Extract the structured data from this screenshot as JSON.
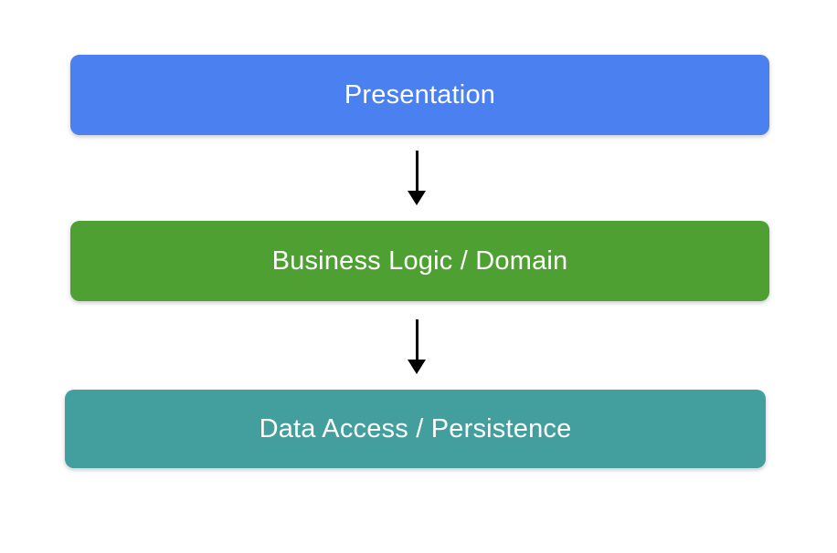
{
  "diagram": {
    "title": "layered-architecture",
    "background_color": "#ffffff",
    "label_text_color": "#ffffff",
    "arrow_color": "#000000",
    "layers": [
      {
        "label": "Presentation",
        "color": "#4a80ef"
      },
      {
        "label": "Business Logic / Domain",
        "color": "#4fa032"
      },
      {
        "label": "Data Access / Persistence",
        "color": "#439e9e"
      }
    ],
    "arrows": [
      {
        "from": "Presentation",
        "to": "Business Logic / Domain",
        "direction": "down"
      },
      {
        "from": "Business Logic / Domain",
        "to": "Data Access / Persistence",
        "direction": "down"
      }
    ]
  }
}
